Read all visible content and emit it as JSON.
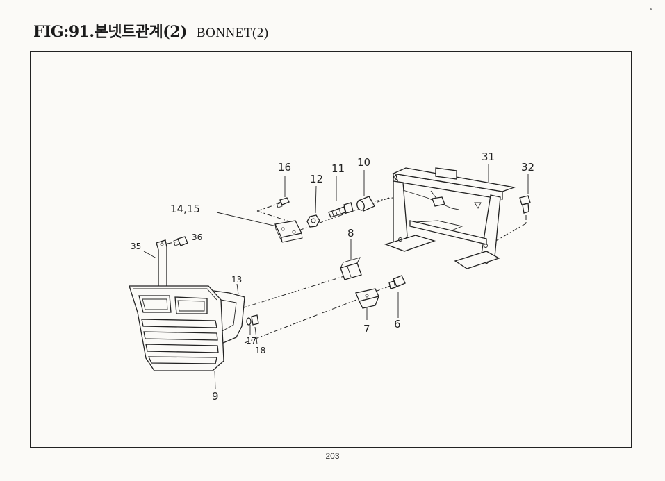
{
  "header": {
    "title": "FIG:91.본넷트관계(2)",
    "subtitle": "BONNET(2)"
  },
  "callouts": {
    "c16": "16",
    "c11": "11",
    "c10": "10",
    "c12": "12",
    "c31": "31",
    "c32": "32",
    "c14_15": "14,15",
    "c36": "36",
    "c35": "35",
    "c8": "8",
    "c13": "13",
    "c7": "7",
    "c6": "6",
    "c17": "17",
    "c18": "18",
    "c9": "9"
  },
  "footer": {
    "page_number": "203"
  }
}
